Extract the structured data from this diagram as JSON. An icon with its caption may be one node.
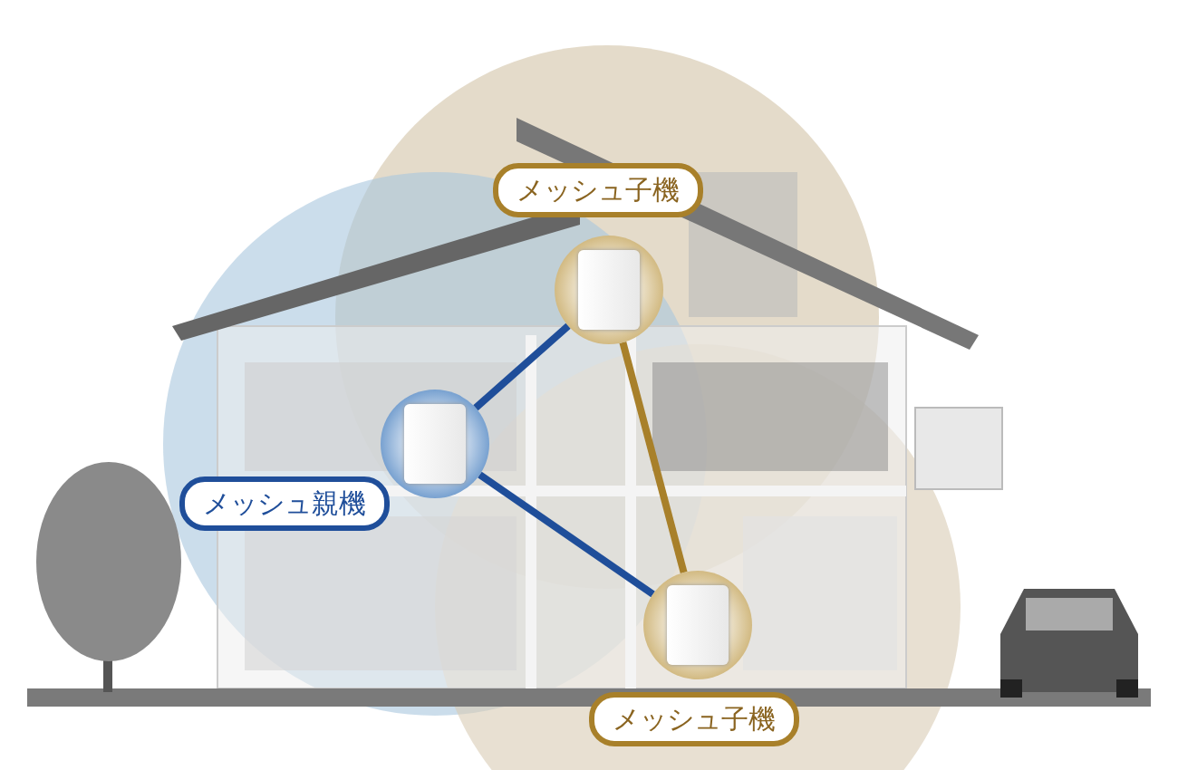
{
  "diagram": {
    "nodes": [
      {
        "text": [
          "メッシュ子機"
        ]
      },
      {
        "text": [],
        "shape": "circle"
      },
      {
        "text": [
          "メッシュ親機"
        ]
      },
      {
        "text": [],
        "shape": "circle"
      },
      {
        "text": [],
        "shape": "circle"
      },
      {
        "text": [
          "メッシュ子機"
        ]
      }
    ],
    "edges": [
      {
        "from": 3,
        "to": 1,
        "arrow": "none"
      },
      {
        "from": 3,
        "to": 4,
        "arrow": "none"
      },
      {
        "from": 1,
        "to": 4,
        "arrow": "none",
        "color": "#a8802a"
      }
    ]
  }
}
